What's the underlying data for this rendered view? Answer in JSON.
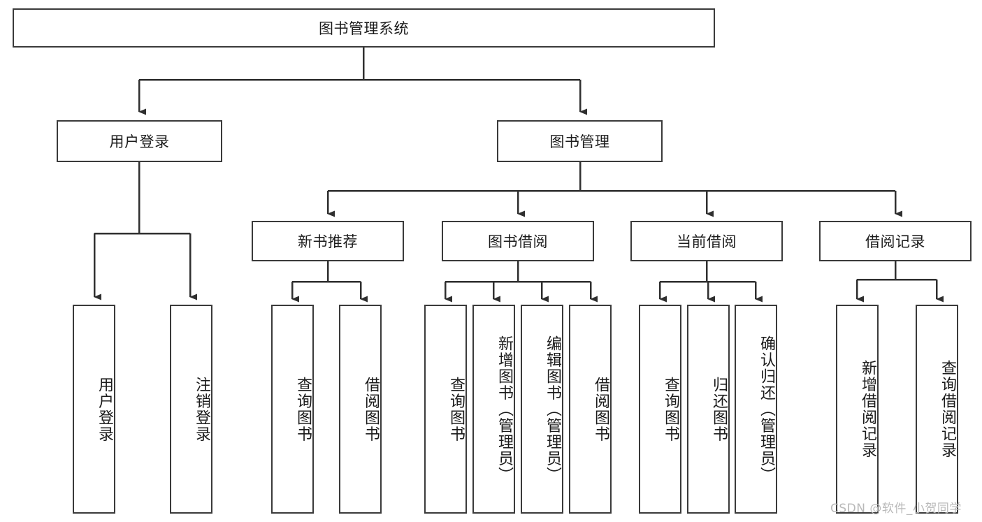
{
  "diagram": {
    "title": "图书管理系统",
    "type": "hierarchy-tree",
    "orientation": "top-down",
    "colors": {
      "box_border": "#3a3a3a",
      "box_fill": "#ffffff",
      "connector": "#2f2f2f",
      "text": "#1b1b1b",
      "watermark": "#b9b9b9"
    },
    "levels": {
      "level0": [
        "图书管理系统"
      ],
      "level1": [
        "用户登录",
        "图书管理"
      ],
      "level2": [
        "新书推荐",
        "图书借阅",
        "当前借阅",
        "借阅记录"
      ],
      "level3": [
        "用户登录",
        "注销登录",
        "查询图书",
        "借阅图书",
        "查询图书",
        "新增图书（管理员）",
        "编辑图书（管理员）",
        "借阅图书",
        "查询图书",
        "归还图书",
        "确认归还（管理员）",
        "新增借阅记录",
        "查询借阅记录"
      ]
    },
    "nodes": {
      "root": {
        "label": "图书管理系统"
      },
      "user_login": {
        "label": "用户登录"
      },
      "book_manage": {
        "label": "图书管理"
      },
      "new_book_rec": {
        "label": "新书推荐"
      },
      "book_borrow": {
        "label": "图书借阅"
      },
      "current_borrow": {
        "label": "当前借阅"
      },
      "borrow_record": {
        "label": "借阅记录"
      },
      "leaf_user_login": {
        "label": "用户登录"
      },
      "leaf_logout": {
        "label": "注销登录"
      },
      "leaf_query_book_1": {
        "label": "查询图书"
      },
      "leaf_borrow_book_1": {
        "label": "借阅图书"
      },
      "leaf_query_book_2": {
        "label": "查询图书"
      },
      "leaf_add_book_admin": {
        "label": "新增图书（管理员）"
      },
      "leaf_edit_book_admin": {
        "label": "编辑图书（管理员）"
      },
      "leaf_borrow_book_2": {
        "label": "借阅图书"
      },
      "leaf_query_book_3": {
        "label": "查询图书"
      },
      "leaf_return_book": {
        "label": "归还图书"
      },
      "leaf_confirm_return_admin": {
        "label": "确认归还（管理员）"
      },
      "leaf_add_borrow_record": {
        "label": "新增借阅记录"
      },
      "leaf_query_borrow_record": {
        "label": "查询借阅记录"
      }
    },
    "edges": [
      {
        "from": "root",
        "to": "user_login"
      },
      {
        "from": "root",
        "to": "book_manage"
      },
      {
        "from": "user_login",
        "to": "leaf_user_login"
      },
      {
        "from": "user_login",
        "to": "leaf_logout"
      },
      {
        "from": "book_manage",
        "to": "new_book_rec"
      },
      {
        "from": "book_manage",
        "to": "book_borrow"
      },
      {
        "from": "book_manage",
        "to": "current_borrow"
      },
      {
        "from": "book_manage",
        "to": "borrow_record"
      },
      {
        "from": "new_book_rec",
        "to": "leaf_query_book_1"
      },
      {
        "from": "new_book_rec",
        "to": "leaf_borrow_book_1"
      },
      {
        "from": "book_borrow",
        "to": "leaf_query_book_2"
      },
      {
        "from": "book_borrow",
        "to": "leaf_add_book_admin"
      },
      {
        "from": "book_borrow",
        "to": "leaf_edit_book_admin"
      },
      {
        "from": "book_borrow",
        "to": "leaf_borrow_book_2"
      },
      {
        "from": "current_borrow",
        "to": "leaf_query_book_3"
      },
      {
        "from": "current_borrow",
        "to": "leaf_return_book"
      },
      {
        "from": "current_borrow",
        "to": "leaf_confirm_return_admin"
      },
      {
        "from": "borrow_record",
        "to": "leaf_add_borrow_record"
      },
      {
        "from": "borrow_record",
        "to": "leaf_query_borrow_record"
      }
    ]
  },
  "watermark": {
    "text": "CSDN @软件_小贺同学"
  }
}
